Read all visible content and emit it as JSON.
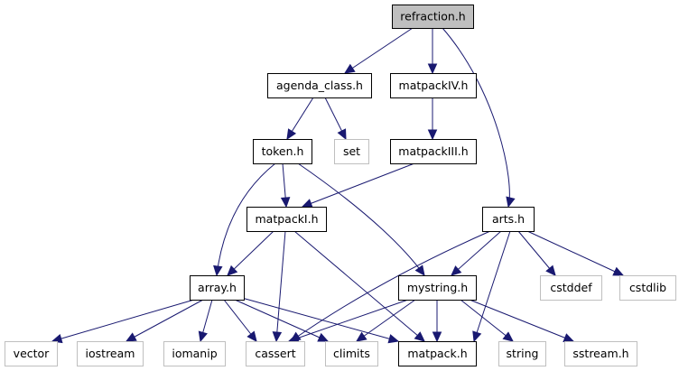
{
  "graph": {
    "nodes": [
      {
        "id": "refraction",
        "label": "refraction.h",
        "kind": "root",
        "name": "node-refraction-h"
      },
      {
        "id": "agenda_class",
        "label": "agenda_class.h",
        "kind": "local",
        "name": "node-agenda-class-h"
      },
      {
        "id": "matpackIV",
        "label": "matpackIV.h",
        "kind": "local",
        "name": "node-matpackiv-h"
      },
      {
        "id": "token",
        "label": "token.h",
        "kind": "local",
        "name": "node-token-h"
      },
      {
        "id": "set",
        "label": "set",
        "kind": "system",
        "name": "node-set"
      },
      {
        "id": "matpackIII",
        "label": "matpackIII.h",
        "kind": "local",
        "name": "node-matpackiii-h"
      },
      {
        "id": "matpackI",
        "label": "matpackI.h",
        "kind": "local",
        "name": "node-matpacki-h"
      },
      {
        "id": "arts",
        "label": "arts.h",
        "kind": "local",
        "name": "node-arts-h"
      },
      {
        "id": "array",
        "label": "array.h",
        "kind": "local",
        "name": "node-array-h"
      },
      {
        "id": "mystring",
        "label": "mystring.h",
        "kind": "local",
        "name": "node-mystring-h"
      },
      {
        "id": "cstddef",
        "label": "cstddef",
        "kind": "system",
        "name": "node-cstddef"
      },
      {
        "id": "cstdlib",
        "label": "cstdlib",
        "kind": "system",
        "name": "node-cstdlib"
      },
      {
        "id": "vector",
        "label": "vector",
        "kind": "system",
        "name": "node-vector"
      },
      {
        "id": "iostream",
        "label": "iostream",
        "kind": "system",
        "name": "node-iostream"
      },
      {
        "id": "iomanip",
        "label": "iomanip",
        "kind": "system",
        "name": "node-iomanip"
      },
      {
        "id": "cassert",
        "label": "cassert",
        "kind": "system",
        "name": "node-cassert"
      },
      {
        "id": "climits",
        "label": "climits",
        "kind": "system",
        "name": "node-climits"
      },
      {
        "id": "matpack",
        "label": "matpack.h",
        "kind": "local",
        "name": "node-matpack-h"
      },
      {
        "id": "string",
        "label": "string",
        "kind": "system",
        "name": "node-string"
      },
      {
        "id": "sstream",
        "label": "sstream.h",
        "kind": "system",
        "name": "node-sstream-h"
      }
    ],
    "edges": [
      [
        "refraction",
        "agenda_class"
      ],
      [
        "refraction",
        "matpackIV"
      ],
      [
        "refraction",
        "arts"
      ],
      [
        "agenda_class",
        "token"
      ],
      [
        "agenda_class",
        "set"
      ],
      [
        "matpackIV",
        "matpackIII"
      ],
      [
        "matpackIII",
        "matpackI"
      ],
      [
        "token",
        "matpackI"
      ],
      [
        "token",
        "array"
      ],
      [
        "token",
        "mystring"
      ],
      [
        "matpackI",
        "array"
      ],
      [
        "matpackI",
        "cassert"
      ],
      [
        "matpackI",
        "matpack"
      ],
      [
        "arts",
        "cassert"
      ],
      [
        "arts",
        "mystring"
      ],
      [
        "arts",
        "matpack"
      ],
      [
        "arts",
        "cstddef"
      ],
      [
        "arts",
        "cstdlib"
      ],
      [
        "array",
        "vector"
      ],
      [
        "array",
        "iostream"
      ],
      [
        "array",
        "iomanip"
      ],
      [
        "array",
        "cassert"
      ],
      [
        "array",
        "climits"
      ],
      [
        "array",
        "matpack"
      ],
      [
        "mystring",
        "cassert"
      ],
      [
        "mystring",
        "climits"
      ],
      [
        "mystring",
        "matpack"
      ],
      [
        "mystring",
        "string"
      ],
      [
        "mystring",
        "sstream"
      ]
    ],
    "colors": {
      "edge": "#191970",
      "root_fill": "#bfbfbf",
      "node_border": "#000000",
      "system_border": "#bfbfbf"
    }
  }
}
